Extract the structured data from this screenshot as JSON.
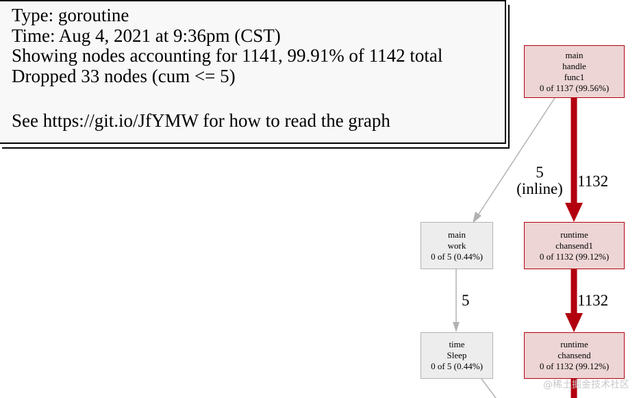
{
  "legend": {
    "type_line": "Type: goroutine",
    "time_line": "Time: Aug 4, 2021 at 9:36pm (CST)",
    "showing_line": "Showing nodes accounting for 1141, 99.91% of 1142 total",
    "dropped_line": "Dropped 33 nodes (cum <= 5)",
    "help_line": "See https://git.io/JfYMW for how to read the graph"
  },
  "nodes": {
    "main_handle_func1": {
      "pkg": "main",
      "name": "handle",
      "sub": "func1",
      "stats": "0 of 1137 (99.56%)"
    },
    "runtime_chansend1": {
      "pkg": "runtime",
      "name": "chansend1",
      "stats": "0 of 1132 (99.12%)"
    },
    "runtime_chansend": {
      "pkg": "runtime",
      "name": "chansend",
      "stats": "0 of 1132 (99.12%)"
    },
    "main_work": {
      "pkg": "main",
      "name": "work",
      "stats": "0 of 5 (0.44%)"
    },
    "time_sleep": {
      "pkg": "time",
      "name": "Sleep",
      "stats": "0 of 5 (0.44%)"
    }
  },
  "edges": {
    "func1_to_work": {
      "value": "5",
      "note": "(inline)"
    },
    "func1_to_chansend1": {
      "value": "1132"
    },
    "work_to_sleep": {
      "value": "5"
    },
    "chansend1_to_chansend": {
      "value": "1132"
    }
  },
  "colors": {
    "hot_edge": "#b2000f",
    "cold_edge": "#b2b2b2",
    "hot_fill": "#edd5d5",
    "cold_fill": "#ededed"
  },
  "watermark": "@稀土掘金技术社区"
}
